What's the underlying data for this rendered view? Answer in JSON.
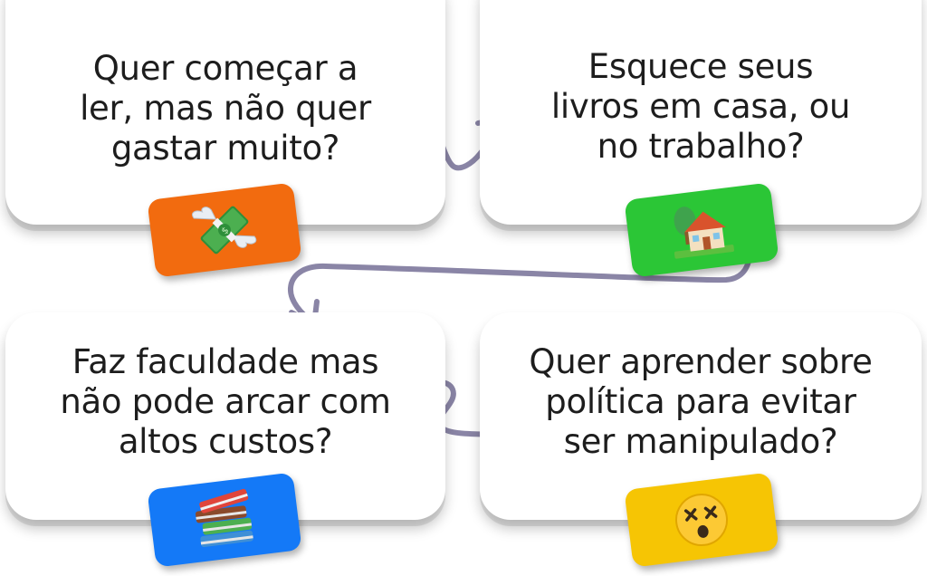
{
  "colors": {
    "arrow": "#8a85a6",
    "sticker_money": "#f26b0f",
    "sticker_house": "#2bc636",
    "sticker_books": "#1479f7",
    "sticker_face": "#f6c504"
  },
  "cards": [
    {
      "text": "Quer começar a\nler, mas não quer\ngastar muito?",
      "icon": "money-with-wings-icon"
    },
    {
      "text": "Esquece seus\nlivros em casa, ou\nno trabalho?",
      "icon": "house-icon"
    },
    {
      "text": "Faz faculdade mas\nnão pode arcar com\naltos custos?",
      "icon": "books-icon"
    },
    {
      "text": "Quer aprender sobre\npolítica para evitar\nser manipulado?",
      "icon": "dizzy-face-icon"
    }
  ]
}
